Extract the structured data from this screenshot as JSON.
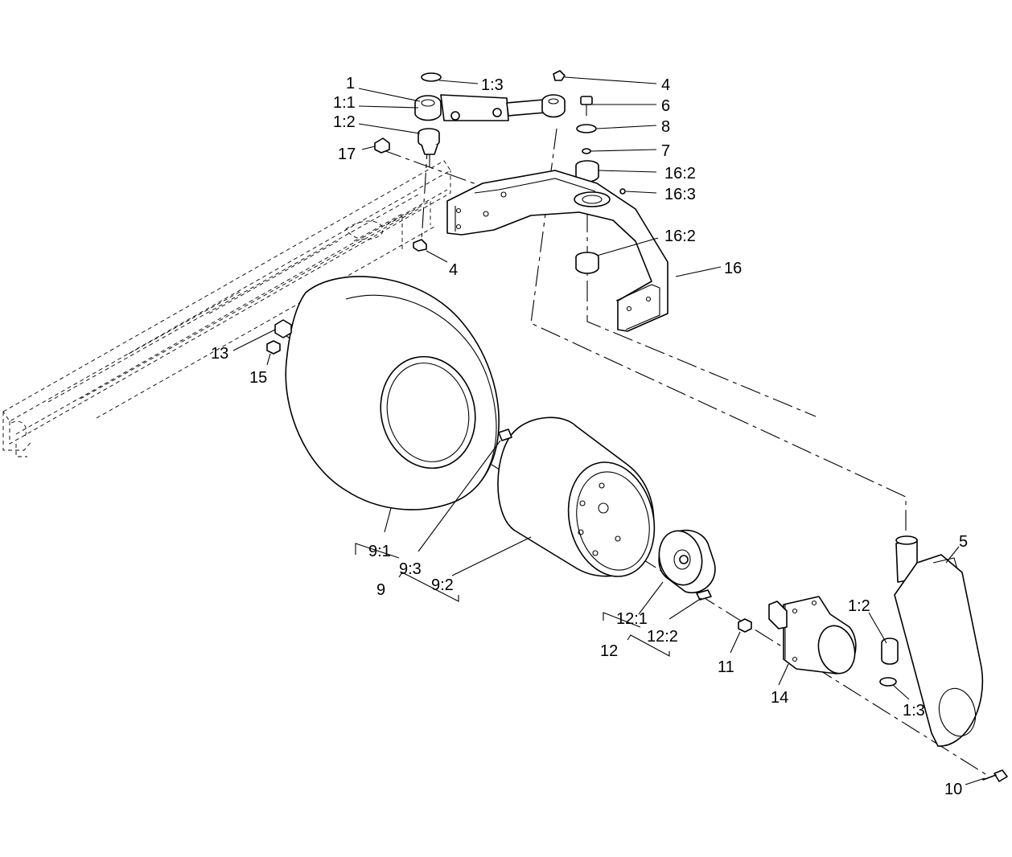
{
  "callouts": [
    {
      "key": "c1",
      "text": "1"
    },
    {
      "key": "c1_1",
      "text": "1:1"
    },
    {
      "key": "c1_2a",
      "text": "1:2"
    },
    {
      "key": "c1_3a",
      "text": "1:3"
    },
    {
      "key": "c17",
      "text": "17"
    },
    {
      "key": "c4a",
      "text": "4"
    },
    {
      "key": "c4b",
      "text": "4"
    },
    {
      "key": "c6",
      "text": "6"
    },
    {
      "key": "c8",
      "text": "8"
    },
    {
      "key": "c7",
      "text": "7"
    },
    {
      "key": "c16_2a",
      "text": "16:2"
    },
    {
      "key": "c16_3",
      "text": "16:3"
    },
    {
      "key": "c16_2b",
      "text": "16:2"
    },
    {
      "key": "c16",
      "text": "16"
    },
    {
      "key": "c13",
      "text": "13"
    },
    {
      "key": "c15",
      "text": "15"
    },
    {
      "key": "c9_1",
      "text": "9:1"
    },
    {
      "key": "c9_3",
      "text": "9:3"
    },
    {
      "key": "c9",
      "text": "9"
    },
    {
      "key": "c9_2",
      "text": "9:2"
    },
    {
      "key": "c12_1",
      "text": "12:1"
    },
    {
      "key": "c12_2",
      "text": "12:2"
    },
    {
      "key": "c12",
      "text": "12"
    },
    {
      "key": "c11",
      "text": "11"
    },
    {
      "key": "c14",
      "text": "14"
    },
    {
      "key": "c5",
      "text": "5"
    },
    {
      "key": "c1_2b",
      "text": "1:2"
    },
    {
      "key": "c1_3b",
      "text": "1:3"
    },
    {
      "key": "c10",
      "text": "10"
    }
  ]
}
